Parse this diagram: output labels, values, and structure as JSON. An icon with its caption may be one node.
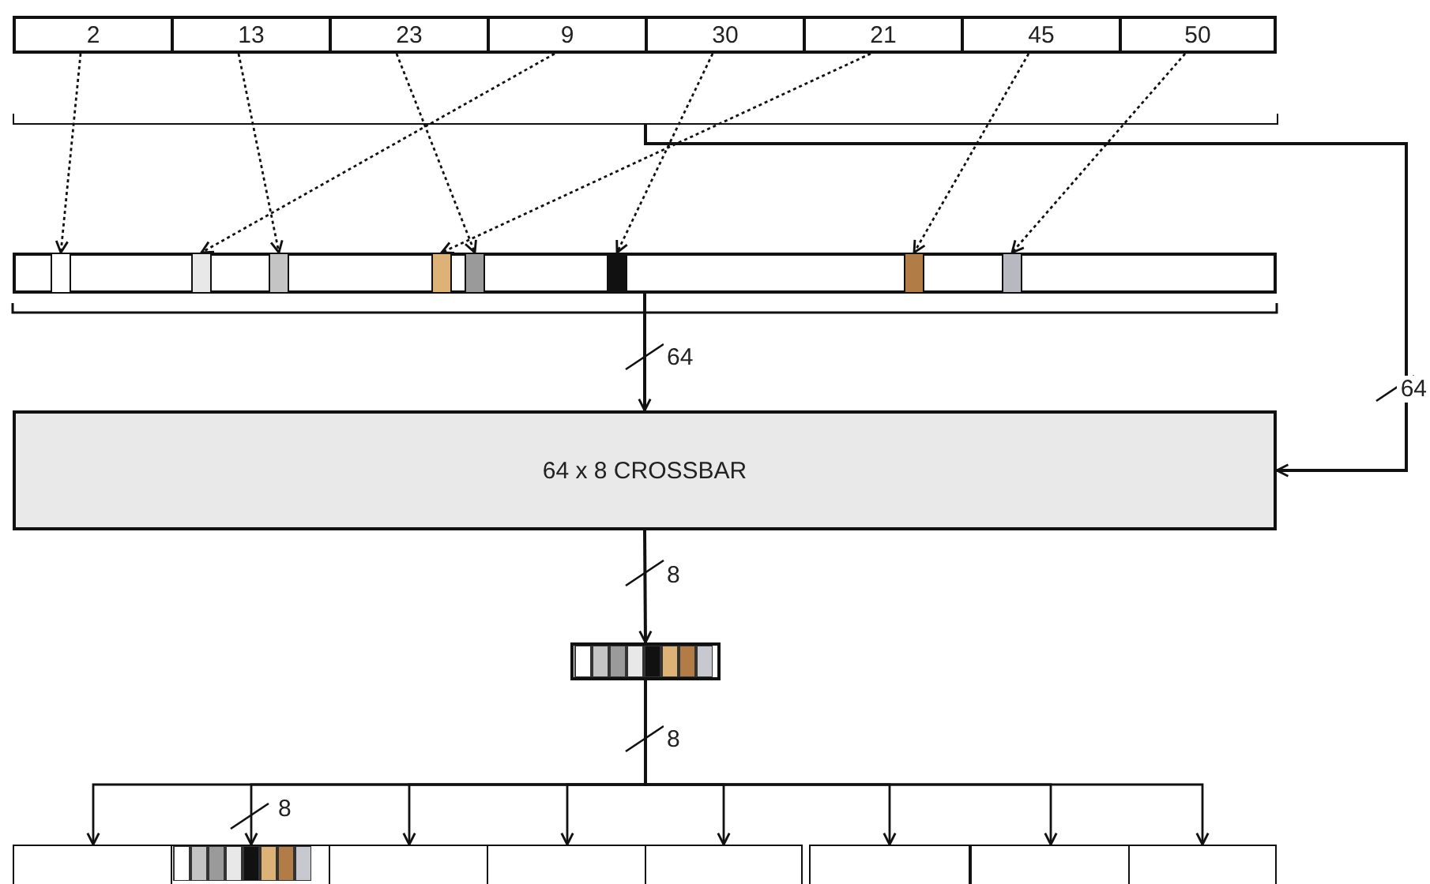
{
  "diagram": {
    "nodes": [
      {
        "text": [
          "2"
        ]
      },
      {
        "text": [
          "13"
        ]
      },
      {
        "text": [
          "23"
        ]
      },
      {
        "text": [
          "9"
        ]
      },
      {
        "text": [
          "30"
        ]
      },
      {
        "text": [
          "21"
        ]
      },
      {
        "text": [
          "45"
        ]
      },
      {
        "text": [
          "50"
        ]
      },
      {
        "text": [],
        "shape": "bar"
      },
      {
        "text": [],
        "shape": "box",
        "in": 8
      },
      {
        "text": [],
        "shape": "box",
        "in": 8
      },
      {
        "text": [],
        "shape": "box",
        "in": 8
      },
      {
        "text": [],
        "shape": "box",
        "in": 8
      },
      {
        "text": [],
        "shape": "box",
        "in": 8
      },
      {
        "text": [],
        "shape": "box",
        "in": 8
      },
      {
        "text": [],
        "shape": "box",
        "in": 8
      },
      {
        "text": [],
        "shape": "box",
        "in": 8
      },
      {
        "text": [
          "64 x 8 CROSSBAR"
        ]
      },
      {
        "text": [],
        "shape": "bar"
      },
      {
        "text": [],
        "shape": "box"
      },
      {
        "text": [],
        "shape": "box"
      },
      {
        "text": [],
        "shape": "box"
      },
      {
        "text": [],
        "shape": "box"
      },
      {
        "text": [],
        "shape": "box"
      },
      {
        "text": [],
        "shape": "box"
      },
      {
        "text": [],
        "shape": "box"
      },
      {
        "text": [],
        "shape": "box"
      },
      {
        "text": [],
        "shape": "bracket"
      }
    ],
    "edges": [
      {
        "from": 0,
        "to": 9,
        "arrow": "to",
        "style": "dashed"
      },
      {
        "from": 1,
        "to": 11,
        "arrow": "to",
        "style": "dashed"
      },
      {
        "from": 2,
        "to": 13,
        "arrow": "to",
        "style": "dashed"
      },
      {
        "from": 3,
        "to": 10,
        "arrow": "to",
        "style": "dashed"
      },
      {
        "from": 4,
        "to": 14,
        "arrow": "to",
        "style": "dashed"
      },
      {
        "from": 5,
        "to": 12,
        "arrow": "to",
        "style": "dashed"
      },
      {
        "from": 6,
        "to": 15,
        "arrow": "to",
        "style": "dashed"
      },
      {
        "from": 7,
        "to": 16,
        "arrow": "to",
        "style": "dashed"
      },
      {
        "from": 8,
        "to": 17,
        "arrow": "to",
        "label": "64"
      },
      {
        "from": 27,
        "to": 17,
        "arrow": "to",
        "label": "64"
      },
      {
        "from": 17,
        "to": 18,
        "arrow": "to",
        "label": "8"
      },
      {
        "from": 18,
        "to": 19,
        "arrow": "to"
      },
      {
        "from": 18,
        "to": 20,
        "arrow": "to",
        "label": "8"
      },
      {
        "from": 18,
        "to": 21,
        "arrow": "to"
      },
      {
        "from": 18,
        "to": 22,
        "arrow": "to"
      },
      {
        "from": 18,
        "to": 23,
        "arrow": "to"
      },
      {
        "from": 18,
        "to": 24,
        "arrow": "to"
      },
      {
        "from": 18,
        "to": 25,
        "arrow": "to"
      },
      {
        "from": 18,
        "to": 26,
        "arrow": "to"
      }
    ],
    "labels": [
      "8"
    ]
  }
}
